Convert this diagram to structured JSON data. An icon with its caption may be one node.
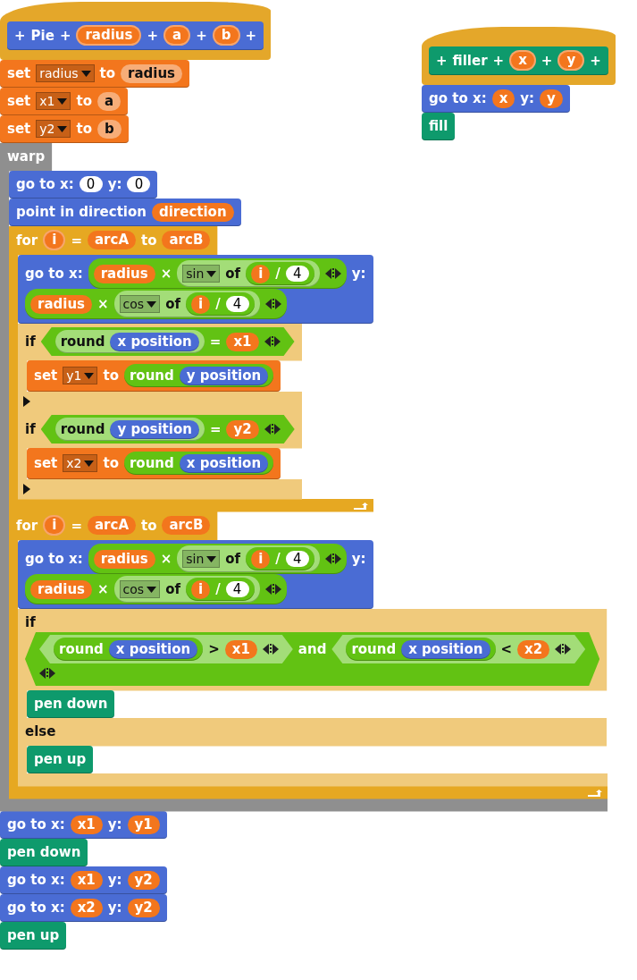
{
  "diagram": {
    "nodes": [
      {
        "text": [
          "+",
          "Pie",
          "+",
          "+",
          "+",
          "+"
        ]
      },
      {
        "text": [
          "radius"
        ],
        "in": 0
      },
      {
        "text": [
          "a"
        ],
        "in": 0
      },
      {
        "text": [
          "b"
        ],
        "in": 0
      },
      {
        "text": [
          "set",
          "to"
        ]
      },
      {
        "text": [
          "radius"
        ],
        "in": 4
      },
      {
        "text": [
          "radius"
        ],
        "in": 4
      },
      {
        "text": [
          "set",
          "to"
        ]
      },
      {
        "text": [
          "x1"
        ],
        "in": 7
      },
      {
        "text": [
          "a"
        ],
        "in": 7
      },
      {
        "text": [
          "set",
          "to"
        ]
      },
      {
        "text": [
          "y2"
        ],
        "in": 10
      },
      {
        "text": [
          "b"
        ],
        "in": 10
      },
      {
        "text": [
          "warp"
        ]
      },
      {
        "text": [
          "go to x:",
          "y:"
        ],
        "in": 13
      },
      {
        "text": [
          "0"
        ],
        "in": 14
      },
      {
        "text": [
          "0"
        ],
        "in": 14
      },
      {
        "text": [
          "point in direction"
        ],
        "in": 13
      },
      {
        "text": [
          "direction"
        ],
        "in": 17
      },
      {
        "text": [
          "for",
          "=",
          "to"
        ],
        "in": 13
      },
      {
        "text": [
          "i"
        ],
        "in": 19
      },
      {
        "text": [
          "arcA"
        ],
        "in": 19
      },
      {
        "text": [
          "arcB"
        ],
        "in": 19
      },
      {
        "text": [
          "go to x:",
          "y:"
        ],
        "in": 19
      },
      {
        "text": [
          "×"
        ],
        "in": 23
      },
      {
        "text": [
          "radius"
        ],
        "in": 24
      },
      {
        "text": [
          "of"
        ],
        "in": 24
      },
      {
        "text": [
          "sin"
        ],
        "in": 26
      },
      {
        "text": [
          "/"
        ],
        "in": 26
      },
      {
        "text": [
          "i"
        ],
        "in": 28
      },
      {
        "text": [
          "4"
        ],
        "in": 28
      },
      {
        "text": [
          "×"
        ],
        "in": 23
      },
      {
        "text": [
          "radius"
        ],
        "in": 31
      },
      {
        "text": [
          "of"
        ],
        "in": 31
      },
      {
        "text": [
          "cos"
        ],
        "in": 33
      },
      {
        "text": [
          "/"
        ],
        "in": 33
      },
      {
        "text": [
          "i"
        ],
        "in": 35
      },
      {
        "text": [
          "4"
        ],
        "in": 35
      },
      {
        "text": [
          "if"
        ],
        "in": 19
      },
      {
        "text": [
          "="
        ],
        "in": 38
      },
      {
        "text": [
          "round"
        ],
        "in": 39
      },
      {
        "text": [
          "x position"
        ],
        "in": 40
      },
      {
        "text": [
          "x1"
        ],
        "in": 39
      },
      {
        "text": [
          "set",
          "to"
        ],
        "in": 38
      },
      {
        "text": [
          "y1"
        ],
        "in": 43
      },
      {
        "text": [
          "round"
        ],
        "in": 43
      },
      {
        "text": [
          "y position"
        ],
        "in": 45
      },
      {
        "text": [
          "if"
        ],
        "in": 19
      },
      {
        "text": [
          "="
        ],
        "in": 47
      },
      {
        "text": [
          "round"
        ],
        "in": 48
      },
      {
        "text": [
          "y position"
        ],
        "in": 49
      },
      {
        "text": [
          "y2"
        ],
        "in": 48
      },
      {
        "text": [
          "set",
          "to"
        ],
        "in": 47
      },
      {
        "text": [
          "x2"
        ],
        "in": 52
      },
      {
        "text": [
          "round"
        ],
        "in": 52
      },
      {
        "text": [
          "x position"
        ],
        "in": 54
      },
      {
        "text": [
          "for",
          "=",
          "to"
        ],
        "in": 13
      },
      {
        "text": [
          "i"
        ],
        "in": 56
      },
      {
        "text": [
          "arcA"
        ],
        "in": 56
      },
      {
        "text": [
          "arcB"
        ],
        "in": 56
      },
      {
        "text": [
          "go to x:",
          "y:"
        ],
        "in": 56
      },
      {
        "text": [
          "×"
        ],
        "in": 60
      },
      {
        "text": [
          "radius"
        ],
        "in": 61
      },
      {
        "text": [
          "of"
        ],
        "in": 61
      },
      {
        "text": [
          "sin"
        ],
        "in": 63
      },
      {
        "text": [
          "/"
        ],
        "in": 63
      },
      {
        "text": [
          "i"
        ],
        "in": 65
      },
      {
        "text": [
          "4"
        ],
        "in": 65
      },
      {
        "text": [
          "×"
        ],
        "in": 60
      },
      {
        "text": [
          "radius"
        ],
        "in": 68
      },
      {
        "text": [
          "of"
        ],
        "in": 68
      },
      {
        "text": [
          "cos"
        ],
        "in": 70
      },
      {
        "text": [
          "/"
        ],
        "in": 70
      },
      {
        "text": [
          "i"
        ],
        "in": 72
      },
      {
        "text": [
          "4"
        ],
        "in": 72
      },
      {
        "text": [
          "if",
          "else"
        ],
        "in": 56
      },
      {
        "text": [
          "and"
        ],
        "in": 75
      },
      {
        "text": [
          ">"
        ],
        "in": 76
      },
      {
        "text": [
          "round"
        ],
        "in": 77
      },
      {
        "text": [
          "x position"
        ],
        "in": 78
      },
      {
        "text": [
          "x1"
        ],
        "in": 77
      },
      {
        "text": [
          "<"
        ],
        "in": 76
      },
      {
        "text": [
          "round"
        ],
        "in": 81
      },
      {
        "text": [
          "x position"
        ],
        "in": 82
      },
      {
        "text": [
          "x2"
        ],
        "in": 81
      },
      {
        "text": [
          "pen down"
        ],
        "in": 75
      },
      {
        "text": [
          "pen up"
        ],
        "in": 75
      },
      {
        "text": [
          "go to x:",
          "y:"
        ]
      },
      {
        "text": [
          "x1"
        ],
        "in": 87
      },
      {
        "text": [
          "y1"
        ],
        "in": 87
      },
      {
        "text": [
          "pen down"
        ]
      },
      {
        "text": [
          "go to x:",
          "y:"
        ]
      },
      {
        "text": [
          "x1"
        ],
        "in": 91
      },
      {
        "text": [
          "y2"
        ],
        "in": 91
      },
      {
        "text": [
          "go to x:",
          "y:"
        ]
      },
      {
        "text": [
          "x2"
        ],
        "in": 94
      },
      {
        "text": [
          "y2"
        ],
        "in": 94
      },
      {
        "text": [
          "pen up"
        ]
      },
      {
        "text": [
          "+",
          "filler",
          "+",
          "+",
          "+"
        ]
      },
      {
        "text": [
          "x"
        ],
        "in": 98
      },
      {
        "text": [
          "y"
        ],
        "in": 98
      },
      {
        "text": [
          "go to x:",
          "y:"
        ]
      },
      {
        "text": [
          "x"
        ],
        "in": 101
      },
      {
        "text": [
          "y"
        ],
        "in": 101
      },
      {
        "text": [
          "fill"
        ]
      }
    ]
  }
}
